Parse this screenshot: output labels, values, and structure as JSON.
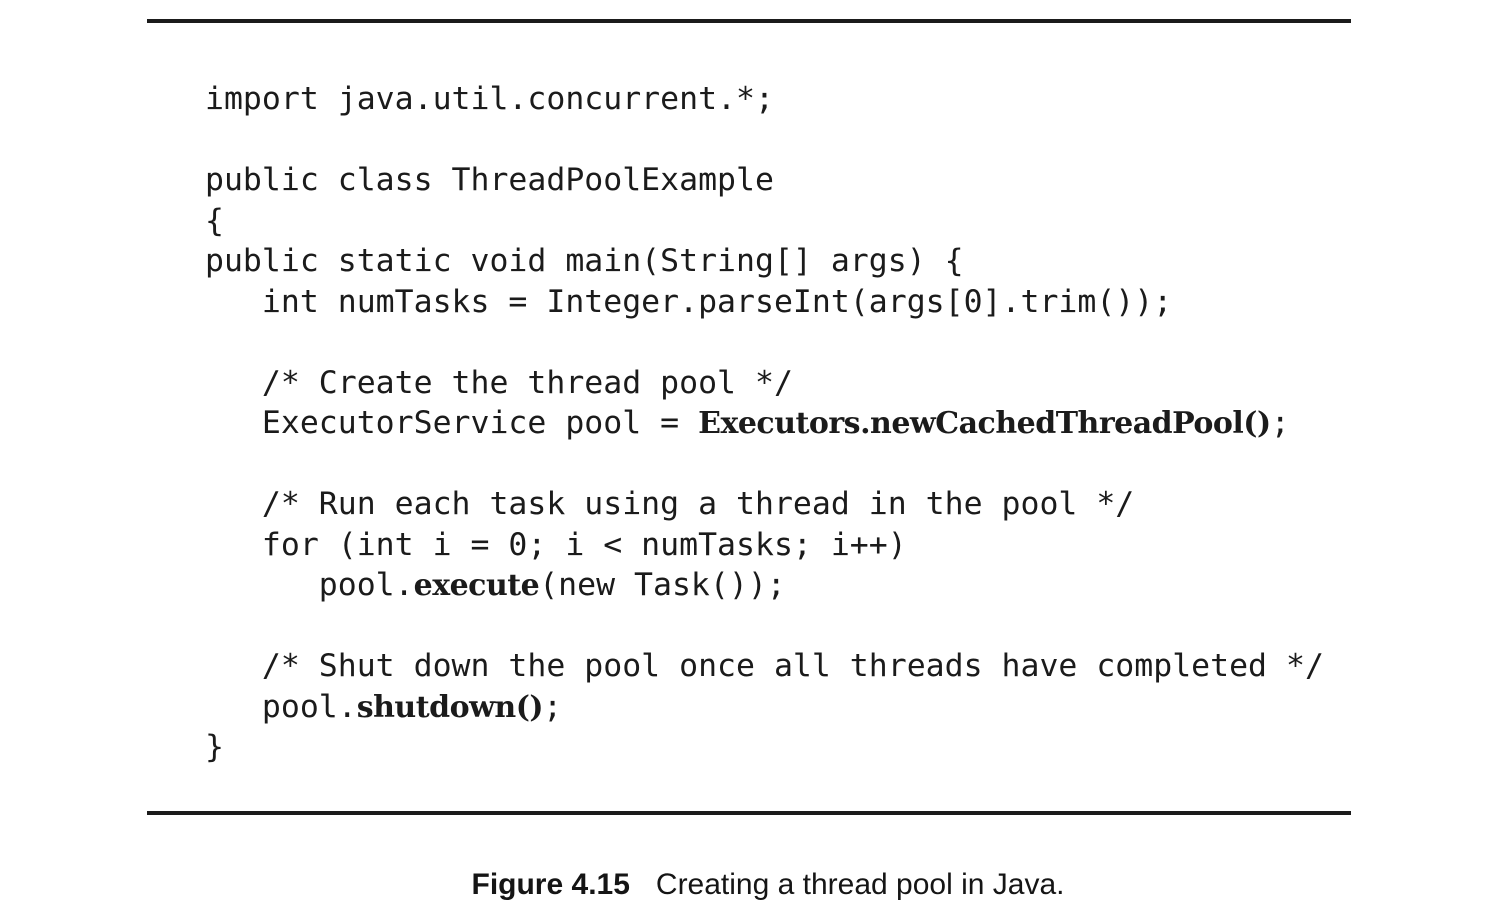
{
  "colors": {
    "background": "#ffffff",
    "text": "#1b1b1b",
    "rule": "#1b1b1b"
  },
  "code": {
    "language": "java",
    "lines": [
      [
        [
          "import java.util.concurrent.*;",
          0
        ]
      ],
      [
        [
          "",
          0
        ]
      ],
      [
        [
          "public class ThreadPoolExample",
          0
        ]
      ],
      [
        [
          "{",
          0
        ]
      ],
      [
        [
          "public static void main(String[] args) {",
          0
        ]
      ],
      [
        [
          "   int numTasks = Integer.parseInt(args[0].trim());",
          0
        ]
      ],
      [
        [
          "",
          0
        ]
      ],
      [
        [
          "   /* Create the thread pool */",
          0
        ]
      ],
      [
        [
          "   ExecutorService pool = ",
          0
        ],
        [
          "Executors.newCachedThreadPool()",
          1
        ],
        [
          ";",
          0
        ]
      ],
      [
        [
          "",
          0
        ]
      ],
      [
        [
          "   /* Run each task using a thread in the pool */",
          0
        ]
      ],
      [
        [
          "   for (int i = 0; i < numTasks; i++)",
          0
        ]
      ],
      [
        [
          "      pool.",
          0
        ],
        [
          "execute",
          1
        ],
        [
          "(new Task());",
          0
        ]
      ],
      [
        [
          "",
          0
        ]
      ],
      [
        [
          "   /* Shut down the pool once all threads have completed */",
          0
        ]
      ],
      [
        [
          "   pool.",
          0
        ],
        [
          "shutdown()",
          1
        ],
        [
          ";",
          0
        ]
      ],
      [
        [
          "}",
          0
        ]
      ]
    ]
  },
  "caption": {
    "label": "Figure 4.15",
    "text": "Creating a thread pool in Java."
  }
}
